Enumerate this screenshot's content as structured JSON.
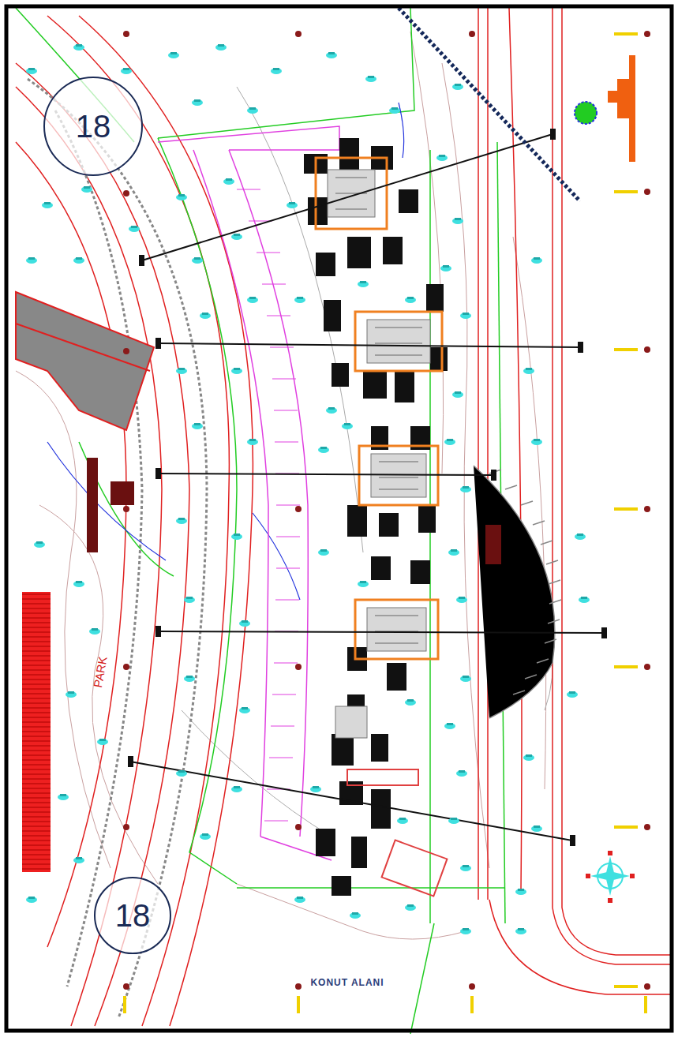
{
  "diagram": {
    "labels": [
      "18",
      "18",
      "PARK",
      "KONUT ALANI"
    ]
  }
}
